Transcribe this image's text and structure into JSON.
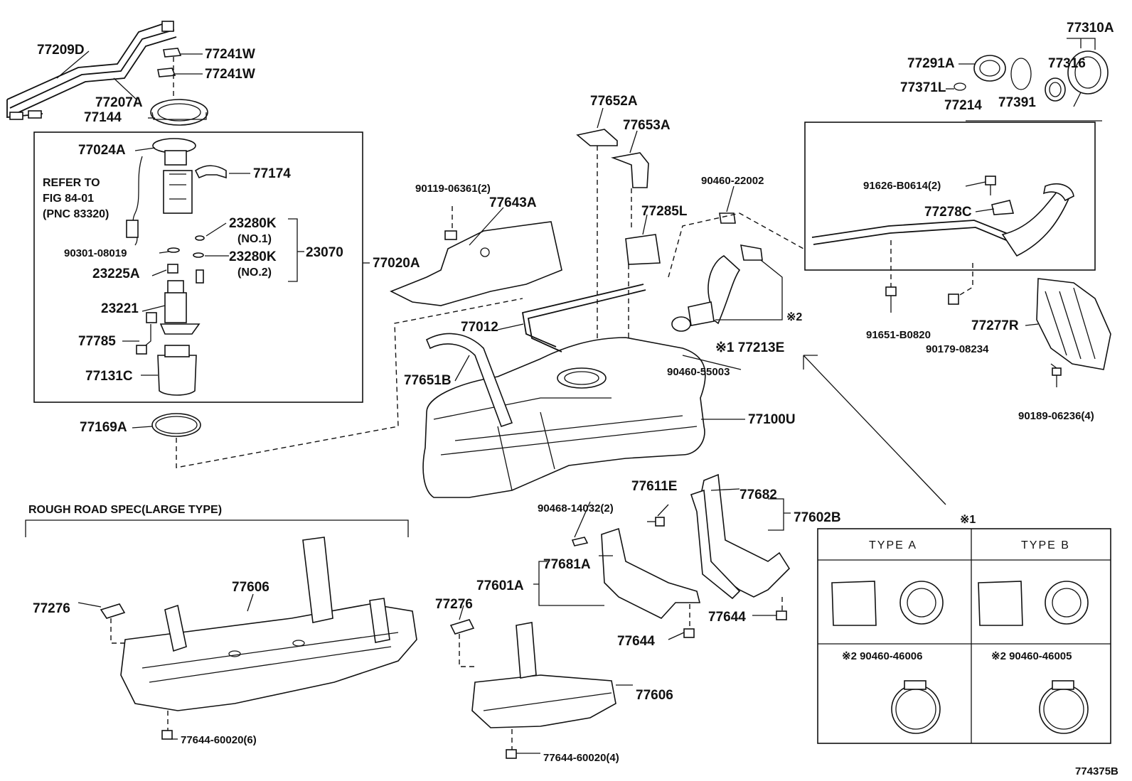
{
  "diagram_id": "774375B",
  "labels": {
    "p77209D": "77209D",
    "p77241W_1": "77241W",
    "p77241W_2": "77241W",
    "p77207A": "77207A",
    "p77144": "77144",
    "p77024A": "77024A",
    "p77174": "77174",
    "refer_1": "REFER TO",
    "refer_2": "FIG 84-01",
    "refer_3": "(PNC 83320)",
    "p23280K_1": "23280K",
    "no1": "(NO.1)",
    "p90301": "90301-08019",
    "p23280K_2": "23280K",
    "no2": "(NO.2)",
    "p23070": "23070",
    "p23225A": "23225A",
    "p23221": "23221",
    "p77785": "77785",
    "p77131C": "77131C",
    "p77020A": "77020A",
    "p77169A": "77169A",
    "p90119": "90119-06361(2)",
    "p77643A": "77643A",
    "p77652A": "77652A",
    "p77653A": "77653A",
    "p77285L": "77285L",
    "p90460_22002": "90460-22002",
    "p77012": "77012",
    "p77651B": "77651B",
    "mark2": "※2",
    "mark1_77213E": "※1 77213E",
    "p90460_55003": "90460-55003",
    "p77100U": "77100U",
    "p77310A": "77310A",
    "p77291A": "77291A",
    "p77316": "77316",
    "p77371L": "77371L",
    "p77391": "77391",
    "p77214": "77214",
    "p91626": "91626-B0614(2)",
    "p77278C": "77278C",
    "p91651": "91651-B0820",
    "p77277R": "77277R",
    "p90179": "90179-08234",
    "p90189": "90189-06236(4)",
    "rough_road": "ROUGH ROAD SPEC(LARGE TYPE)",
    "p77606_a": "77606",
    "p77276_a": "77276",
    "p77644_60020_6": "77644-60020(6)",
    "p90468": "90468-14032(2)",
    "p77611E": "77611E",
    "p77682": "77682",
    "p77602B": "77602B",
    "p77681A": "77681A",
    "p77601A": "77601A",
    "p77276_b": "77276",
    "p77644_a": "77644",
    "p77644_b": "77644",
    "p77606_b": "77606",
    "p77644_60020_4": "77644-60020(4)",
    "mark1": "※1",
    "type_a": "TYPE A",
    "type_b": "TYPE B",
    "clamp_a": "※2 90460-46006",
    "clamp_b": "※2 90460-46005"
  }
}
